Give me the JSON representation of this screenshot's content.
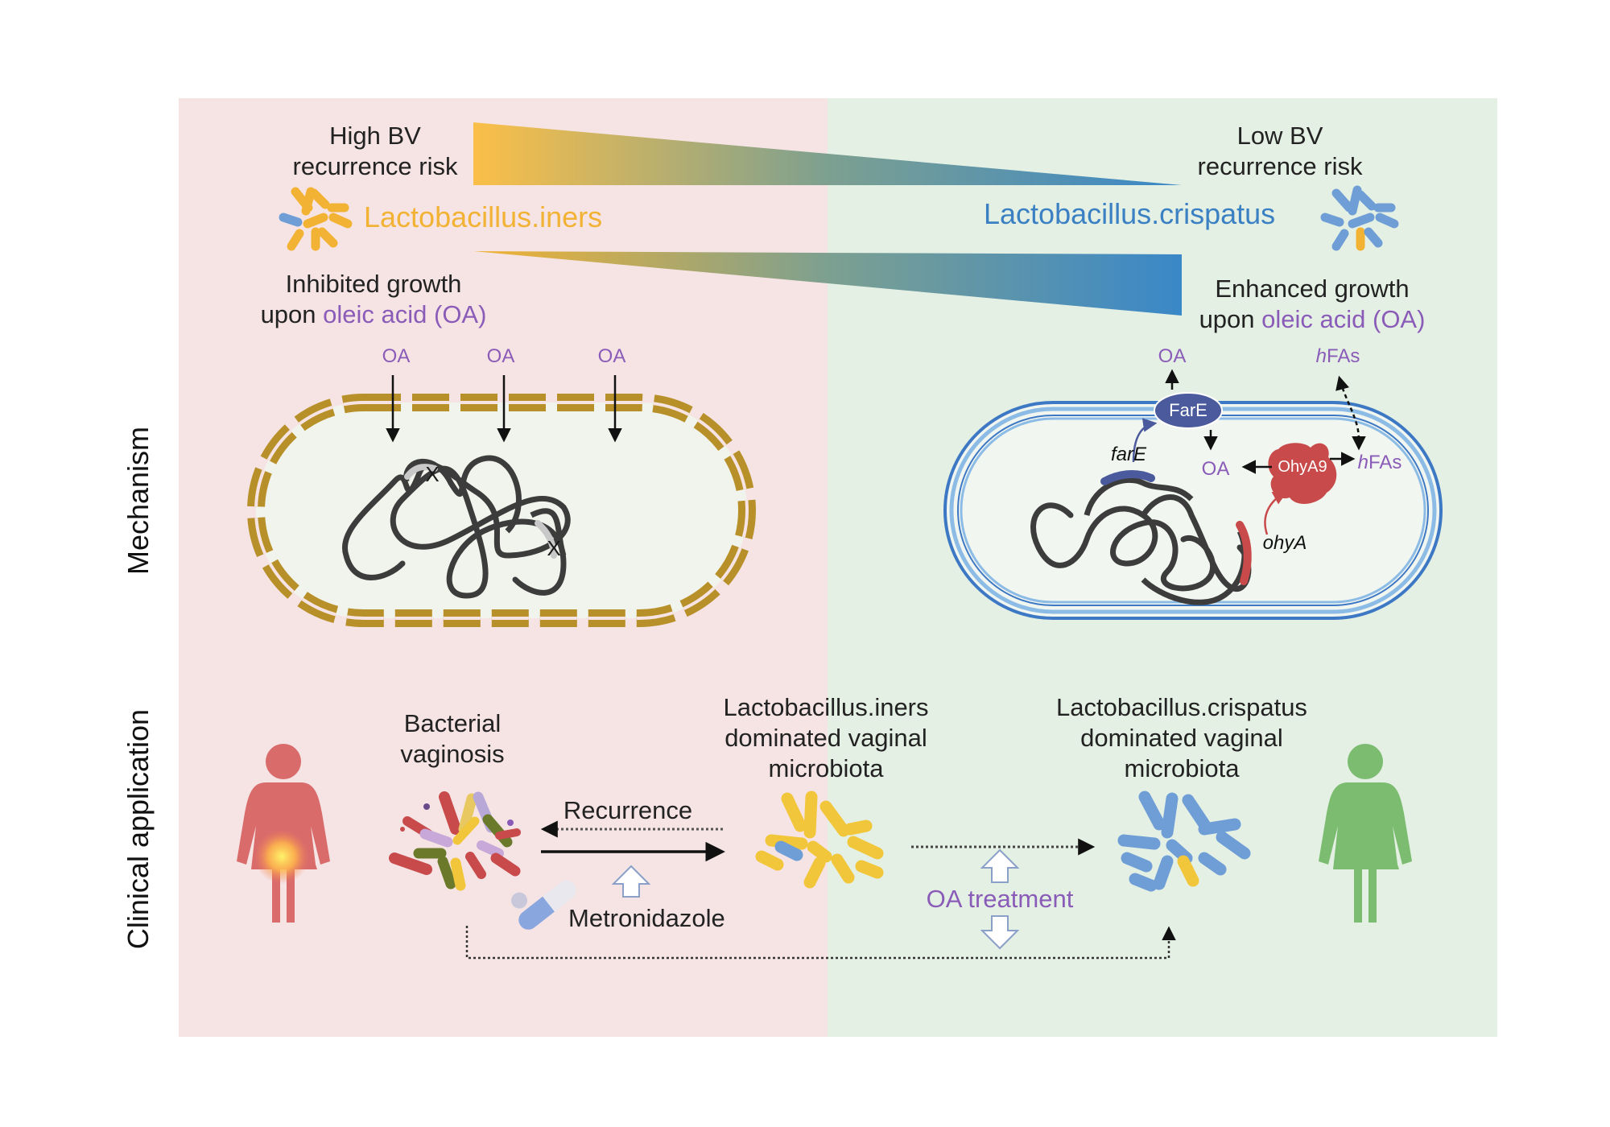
{
  "top": {
    "left_risk_line1": "High BV",
    "left_risk_line2": "recurrence risk",
    "right_risk_line1": "Low BV",
    "right_risk_line2": "recurrence risk",
    "left_species": "Lactobacillus.iners",
    "right_species": "Lactobacillus.crispatus",
    "left_growth_line1": "Inhibited growth",
    "left_growth_prefix": "upon ",
    "left_growth_oa": "oleic acid (OA)",
    "right_growth_line1": "Enhanced growth",
    "right_growth_prefix": "upon ",
    "right_growth_oa": "oleic acid (OA)"
  },
  "mechanism": {
    "section_label": "Mechanism",
    "oa_label": "OA",
    "x_mark": "X",
    "fare_protein": "FarE",
    "fare_gene": "farE",
    "ohya_protein": "OhyA9",
    "ohya_gene": "ohyA",
    "hfas_h": "h",
    "hfas_rest": "FAs"
  },
  "clinical": {
    "section_label": "Clinical application",
    "bv_line1": "Bacterial",
    "bv_line2": "vaginosis",
    "iners_line1": "Lactobacillus.iners",
    "iners_line2": "dominated vaginal",
    "iners_line3": "microbiota",
    "crispatus_line1": "Lactobacillus.crispatus",
    "crispatus_line2": "dominated vaginal",
    "crispatus_line3": "microbiota",
    "recurrence": "Recurrence",
    "metronidazole": "Metronidazole",
    "oa_treatment": "OA treatment"
  },
  "colors": {
    "left_panel_bg": "#f6e4e4",
    "right_panel_bg": "#e4f0e4",
    "iners_yellow": "#f2b233",
    "crispatus_blue": "#3a80c2",
    "oa_purple": "#8a5cb8",
    "woman_left": "#d96b6b",
    "woman_right": "#7cbc70",
    "membrane_gold": "#b8902a",
    "membrane_blue": "#3d78c4",
    "dna_dark": "#3c3c3c",
    "ohya_red": "#c84a4a",
    "fare_navy": "#4a5a9c"
  }
}
